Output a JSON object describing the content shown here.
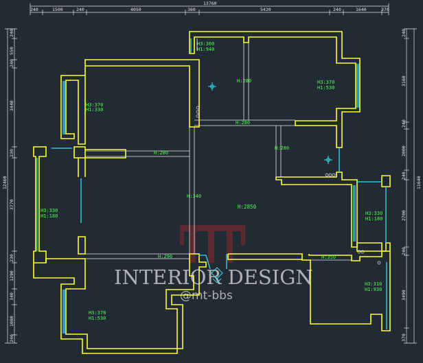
{
  "dimensions": {
    "top_total": "13760",
    "top_segments": [
      "240",
      "1500",
      "240",
      "4050",
      "360",
      "5420",
      "240",
      "1640",
      "370"
    ],
    "left_total": "12460",
    "left_segments": [
      "240",
      "550",
      "240",
      "3440",
      "230",
      "3770",
      "230",
      "1290",
      "340",
      "1080",
      "240"
    ],
    "right_total": "11640",
    "right_segments": [
      "240",
      "3160",
      "240",
      "2000",
      "240",
      "2700",
      "240",
      "3490",
      "370"
    ]
  },
  "labels": {
    "room_tl_h3": "H3:370",
    "room_tl_h1": "H1:330",
    "room_topmid_h3": "H3:360",
    "room_topmid_h1": "H1:940",
    "room_tr_h3": "H3:370",
    "room_tr_h1": "H1:530",
    "room_left_h3": "H3:330",
    "room_left_h1": "H1:180",
    "room_right_h3": "H3:330",
    "room_right_h1": "H1:180",
    "room_br_h3": "H3:310",
    "room_br_h1": "H1:930",
    "room_bl_h3": "H3:370",
    "room_bl_h1": "H1:530",
    "beam_h280_a": "H:280",
    "beam_h280_b": "H:280",
    "beam_h280_c": "H:280",
    "beam_h280_d": "H:280",
    "beam_h340": "H:340",
    "beam_h2850": "H:2850",
    "beam_h290": "H:290",
    "beam_h350": "H:350"
  },
  "watermark": {
    "title": "INTERIOR DESIGN",
    "handle": "@mt-bbs"
  }
}
